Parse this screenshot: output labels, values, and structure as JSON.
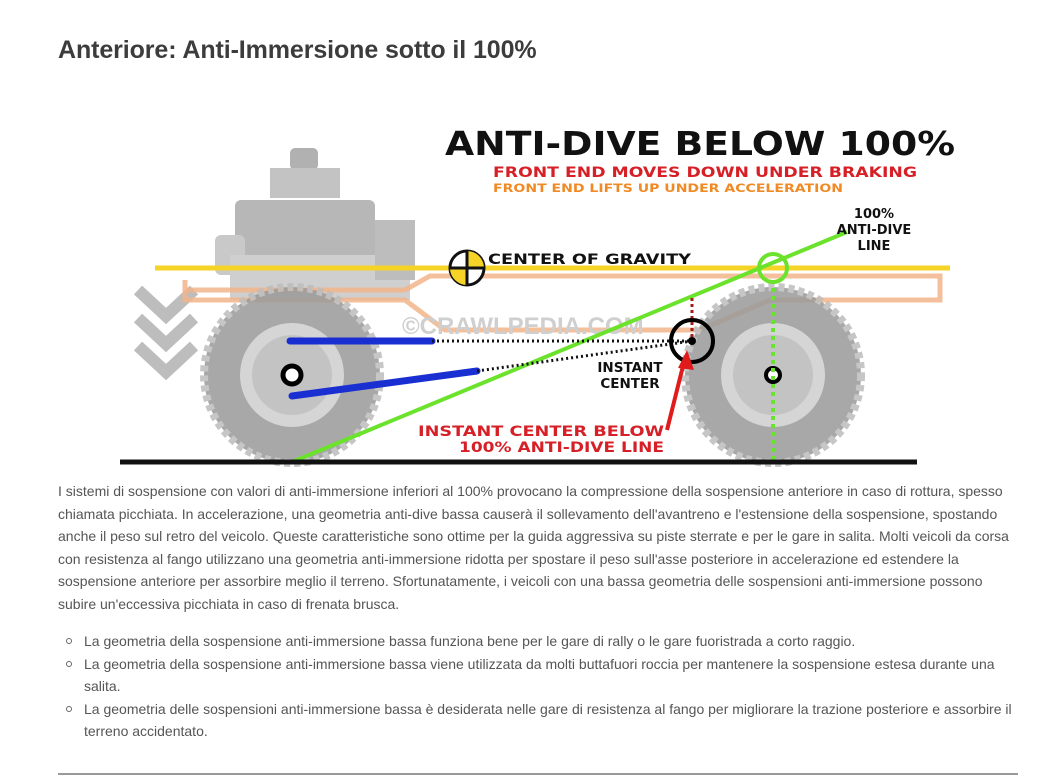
{
  "page": {
    "title": "Anteriore: Anti-Immersione sotto il 100%"
  },
  "diagram": {
    "heading": "ANTI-DIVE BELOW 100%",
    "subheading_braking": "FRONT END MOVES DOWN UNDER BRAKING",
    "subheading_acceleration": "FRONT END LIFTS UP UNDER ACCELERATION",
    "label_100_line_1": "100%",
    "label_100_line_2": "ANTI-DIVE",
    "label_100_line_3": "LINE",
    "label_cog": "CENTER OF GRAVITY",
    "label_instant_1": "INSTANT",
    "label_instant_2": "CENTER",
    "label_below_1": "INSTANT CENTER BELOW",
    "label_below_2": "100% ANTI-DIVE LINE",
    "watermark": "©CRAWLPEDIA.COM",
    "colors": {
      "heading": "#111111",
      "braking": "#d61f26",
      "acceleration": "#f08a24",
      "cog_line": "#f5d327",
      "anti_dive_line": "#6be22b",
      "links": "#1a2fd1",
      "frame": "#f2b48a",
      "arrow": "#e01b1b",
      "ground": "#111111",
      "tire": "#8a8a8a"
    }
  },
  "content": {
    "paragraph": "I sistemi di sospensione con valori di anti-immersione inferiori al 100% provocano la compressione della sospensione anteriore in caso di rottura, spesso chiamata picchiata. In accelerazione, una geometria anti-dive bassa causerà il sollevamento dell'avantreno e l'estensione della sospensione, spostando anche il peso sul retro del veicolo. Queste caratteristiche sono ottime per la guida aggressiva su piste sterrate e per le gare in salita. Molti veicoli da corsa con resistenza al fango utilizzano una geometria anti-immersione ridotta per spostare il peso sull'asse posteriore in accelerazione ed estendere la sospensione anteriore per assorbire meglio il terreno. Sfortunatamente, i veicoli con una bassa geometria delle sospensioni anti-immersione possono subire un'eccessiva picchiata in caso di frenata brusca.",
    "bullets": [
      "La geometria della sospensione anti-immersione bassa funziona bene per le gare di rally o le gare fuoristrada a corto raggio.",
      "La geometria della sospensione anti-immersione bassa viene utilizzata da molti buttafuori roccia per mantenere la sospensione estesa durante una salita.",
      "La geometria delle sospensioni anti-immersione bassa è desiderata nelle gare di resistenza al fango per migliorare la trazione posteriore e assorbire il terreno accidentato."
    ]
  }
}
